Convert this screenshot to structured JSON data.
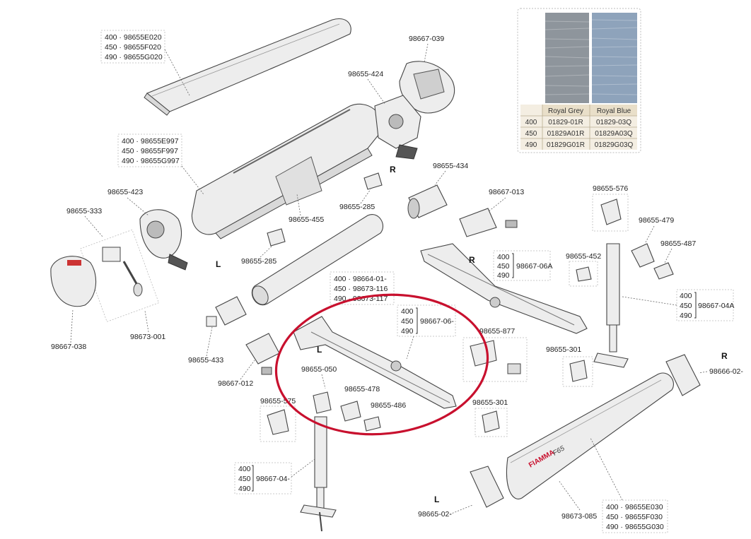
{
  "swatches": {
    "colors": [
      "Royal Grey",
      "Royal Blue"
    ],
    "rows": [
      {
        "size": "400",
        "grey": "01829-01R",
        "blue": "01829-03Q"
      },
      {
        "size": "450",
        "grey": "01829A01R",
        "blue": "01829A03Q"
      },
      {
        "size": "490",
        "grey": "01829G01R",
        "blue": "01829G03Q"
      }
    ],
    "grey_color": "#8e959c",
    "blue_color": "#8ea3bb"
  },
  "labels": {
    "cover_400": "400 · 98655E020",
    "cover_450": "450 · 98655F020",
    "cover_490": "490 · 98655G020",
    "case_400": "400 · 98655E997",
    "case_450": "450 · 98655F997",
    "case_490": "490 · 98655G997",
    "roller_400": "400 · 98664-01-",
    "roller_450": "450 · 98673-116",
    "roller_490": "490 · 98673-117",
    "front_400": "400 · 98655E030",
    "front_450": "450 · 98655F030",
    "front_490": "490 · 98655G030",
    "p_039": "98667-039",
    "p_424": "98655-424",
    "p_434": "98655-434",
    "p_285a": "98655-285",
    "p_285b": "98655-285",
    "p_455": "98655-455",
    "p_423": "98655-423",
    "p_333": "98655-333",
    "p_038": "98667-038",
    "p_001": "98673-001",
    "p_433": "98655-433",
    "p_012": "98667-012",
    "p_013": "98667-013",
    "p_576": "98655-576",
    "p_479": "98655-479",
    "p_487": "98655-487",
    "p_452": "98655-452",
    "p_877": "98655-877",
    "p_301a": "98655-301",
    "p_301b": "98655-301",
    "p_050": "98655-050",
    "p_478": "98655-478",
    "p_486": "98655-486",
    "p_575": "98655-575",
    "p_02r": "98666-02-",
    "p_02l": "98665-02-",
    "p_085": "98673-085",
    "arm_r_code": "98667-06A",
    "arm_l_code": "98667-06-",
    "leg_r_code": "98667-04A",
    "leg_l_code": "98667-04-",
    "size_400": "400",
    "size_450": "450",
    "size_490": "490",
    "side_r": "R",
    "side_l": "L",
    "brand": "FIAMMA",
    "model": "F65"
  },
  "highlight_color": "#c8102e"
}
